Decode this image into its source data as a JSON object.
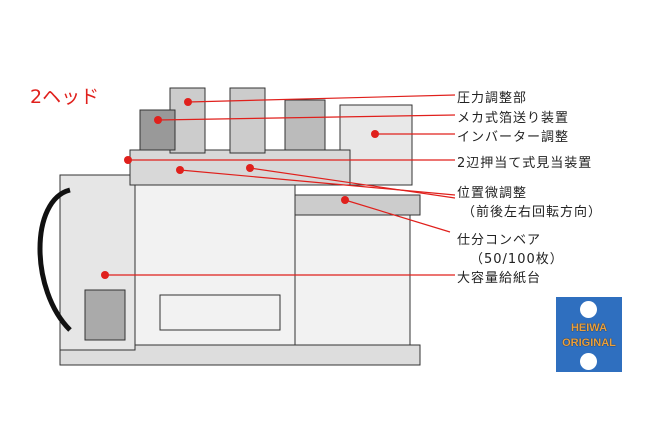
{
  "title": "2ヘッド",
  "labels": [
    "圧力調整部",
    "メカ式箔送り装置",
    "インバーター調整",
    "2辺押当て式見当装置",
    "位置微調整",
    "（前後左右回転方向）",
    "仕分コンベア",
    "（50/100枚）",
    "大容量給紙台"
  ],
  "logo": {
    "line1": "HEIWA",
    "line2": "ORIGINAL"
  },
  "colors": {
    "accent": "#e0201c",
    "logo_bg": "#2f6fbf"
  }
}
